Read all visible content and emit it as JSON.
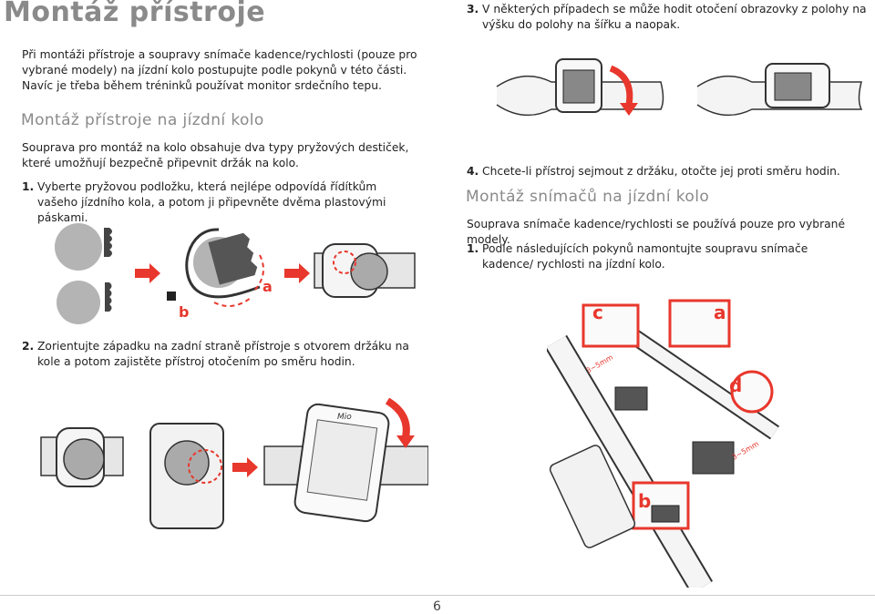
{
  "page": {
    "title": "Montáž přístroje",
    "intro": "Při montáži přístroje a soupravy snímače kadence/rychlosti (pouze pro vybrané modely) na jízdní kolo postupujte podle pokynů v této části. Navíc je třeba během tréninků používat monitor srdečního tepu.",
    "section1_heading": "Montáž přístroje na jízdní kolo",
    "section1_text": "Souprava pro montáž na kolo obsahuje dva typy pryžových destiček, které umožňují bezpečně připevnit držák na kolo.",
    "step1_num": "1.",
    "step1_text": "Vyberte pryžovou podložku, která nejlépe odpovídá řídítkům vašeho jízdního kola, a potom ji připevněte dvěma plastovými páskami.",
    "step2_num": "2.",
    "step2_text": "Zorientujte západku na zadní straně přístroje s otvorem držáku na kole a potom zajistěte přístroj otočením po směru hodin.",
    "step3_num": "3.",
    "step3_text": "V některých případech se může hodit otočení obrazovky z polohy na výšku do polohy na šířku a naopak.",
    "step4_num": "4.",
    "step4_text": "Chcete-li přístroj sejmout z držáku, otočte jej proti směru hodin.",
    "section2_heading": "Montáž snímačů na jízdní kolo",
    "section2_text": "Souprava snímače kadence/rychlosti se používá pouze pro vybrané modely.",
    "sensor_step1_num": "1.",
    "sensor_step1_text": "Podle následujících pokynů namontujte soupravu snímače kadence/ rychlosti na jízdní kolo.",
    "page_number": "6"
  },
  "figures": {
    "label_a": "a",
    "label_b": "b",
    "label_c": "c",
    "label_d": "d",
    "distance": "3~5mm",
    "logo": "Mio",
    "accent_red": "#e8372c",
    "gray": "#8a8a8a"
  }
}
